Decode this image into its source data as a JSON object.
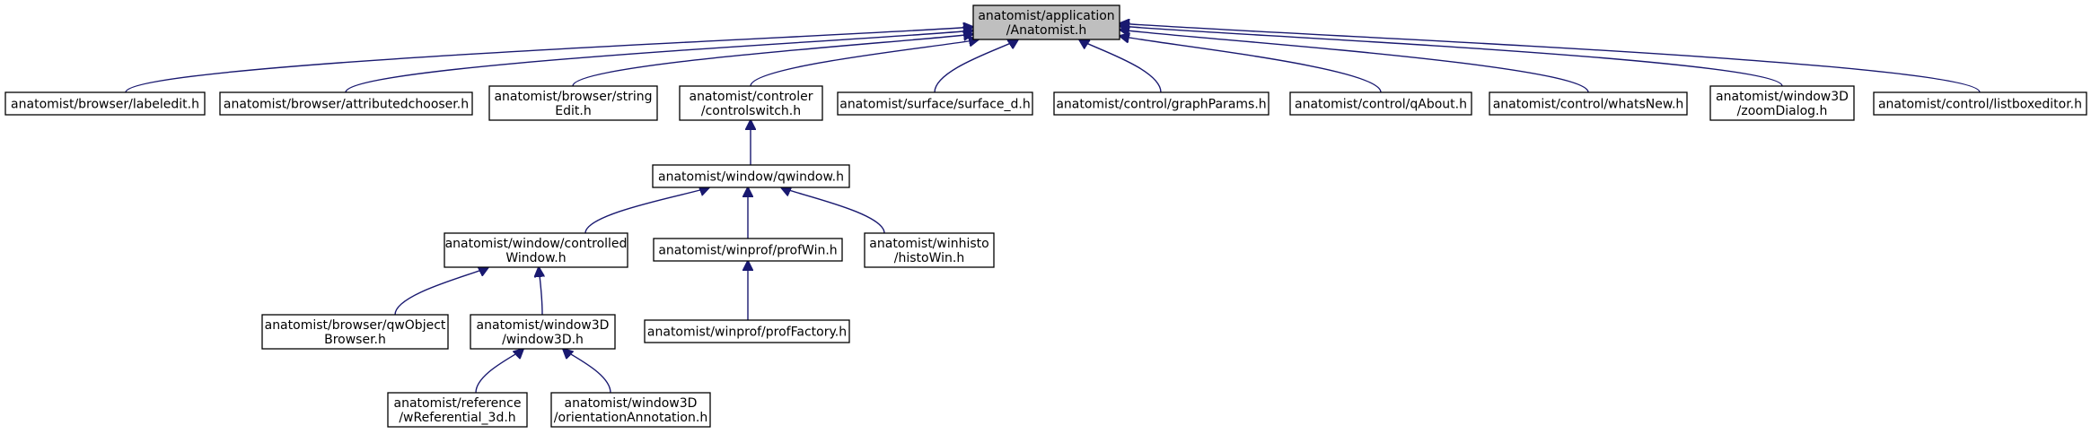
{
  "diagram": {
    "type": "include-dependency-graph",
    "colors": {
      "edge": "#191970",
      "root_fill": "#bfbfbf",
      "node_fill": "#ffffff",
      "border": "#000000"
    },
    "nodes": [
      {
        "id": "anatomist",
        "lines": [
          "anatomist/application",
          "/Anatomist.h"
        ],
        "root": true
      },
      {
        "id": "labeledit",
        "lines": [
          "anatomist/browser/labeledit.h"
        ]
      },
      {
        "id": "attributedchooser",
        "lines": [
          "anatomist/browser/attributedchooser.h"
        ]
      },
      {
        "id": "stringedit",
        "lines": [
          "anatomist/browser/string",
          "Edit.h"
        ]
      },
      {
        "id": "controlswitch",
        "lines": [
          "anatomist/controler",
          "/controlswitch.h"
        ]
      },
      {
        "id": "surface_d",
        "lines": [
          "anatomist/surface/surface_d.h"
        ]
      },
      {
        "id": "graphparams",
        "lines": [
          "anatomist/control/graphParams.h"
        ]
      },
      {
        "id": "qabout",
        "lines": [
          "anatomist/control/qAbout.h"
        ]
      },
      {
        "id": "whatsnew",
        "lines": [
          "anatomist/control/whatsNew.h"
        ]
      },
      {
        "id": "zoomdialog",
        "lines": [
          "anatomist/window3D",
          "/zoomDialog.h"
        ]
      },
      {
        "id": "listboxeditor",
        "lines": [
          "anatomist/control/listboxeditor.h"
        ]
      },
      {
        "id": "qwindow",
        "lines": [
          "anatomist/window/qwindow.h"
        ]
      },
      {
        "id": "controlledwindow",
        "lines": [
          "anatomist/window/controlled",
          "Window.h"
        ]
      },
      {
        "id": "profwin",
        "lines": [
          "anatomist/winprof/profWin.h"
        ]
      },
      {
        "id": "histowin",
        "lines": [
          "anatomist/winhisto",
          "/histoWin.h"
        ]
      },
      {
        "id": "qwobjectbrowser",
        "lines": [
          "anatomist/browser/qwObject",
          "Browser.h"
        ]
      },
      {
        "id": "window3d",
        "lines": [
          "anatomist/window3D",
          "/window3D.h"
        ]
      },
      {
        "id": "proffactory",
        "lines": [
          "anatomist/winprof/profFactory.h"
        ]
      },
      {
        "id": "wreferential",
        "lines": [
          "anatomist/reference",
          "/wReferential_3d.h"
        ]
      },
      {
        "id": "orientation",
        "lines": [
          "anatomist/window3D",
          "/orientationAnnotation.h"
        ]
      }
    ],
    "edges": [
      {
        "from": "labeledit",
        "to": "anatomist"
      },
      {
        "from": "attributedchooser",
        "to": "anatomist"
      },
      {
        "from": "stringedit",
        "to": "anatomist"
      },
      {
        "from": "controlswitch",
        "to": "anatomist"
      },
      {
        "from": "surface_d",
        "to": "anatomist"
      },
      {
        "from": "graphparams",
        "to": "anatomist"
      },
      {
        "from": "qabout",
        "to": "anatomist"
      },
      {
        "from": "whatsnew",
        "to": "anatomist"
      },
      {
        "from": "zoomdialog",
        "to": "anatomist"
      },
      {
        "from": "listboxeditor",
        "to": "anatomist"
      },
      {
        "from": "qwindow",
        "to": "controlswitch"
      },
      {
        "from": "controlledwindow",
        "to": "qwindow"
      },
      {
        "from": "profwin",
        "to": "qwindow"
      },
      {
        "from": "histowin",
        "to": "qwindow"
      },
      {
        "from": "qwobjectbrowser",
        "to": "controlledwindow"
      },
      {
        "from": "window3d",
        "to": "controlledwindow"
      },
      {
        "from": "proffactory",
        "to": "profwin"
      },
      {
        "from": "wreferential",
        "to": "window3d"
      },
      {
        "from": "orientation",
        "to": "window3d"
      }
    ]
  }
}
